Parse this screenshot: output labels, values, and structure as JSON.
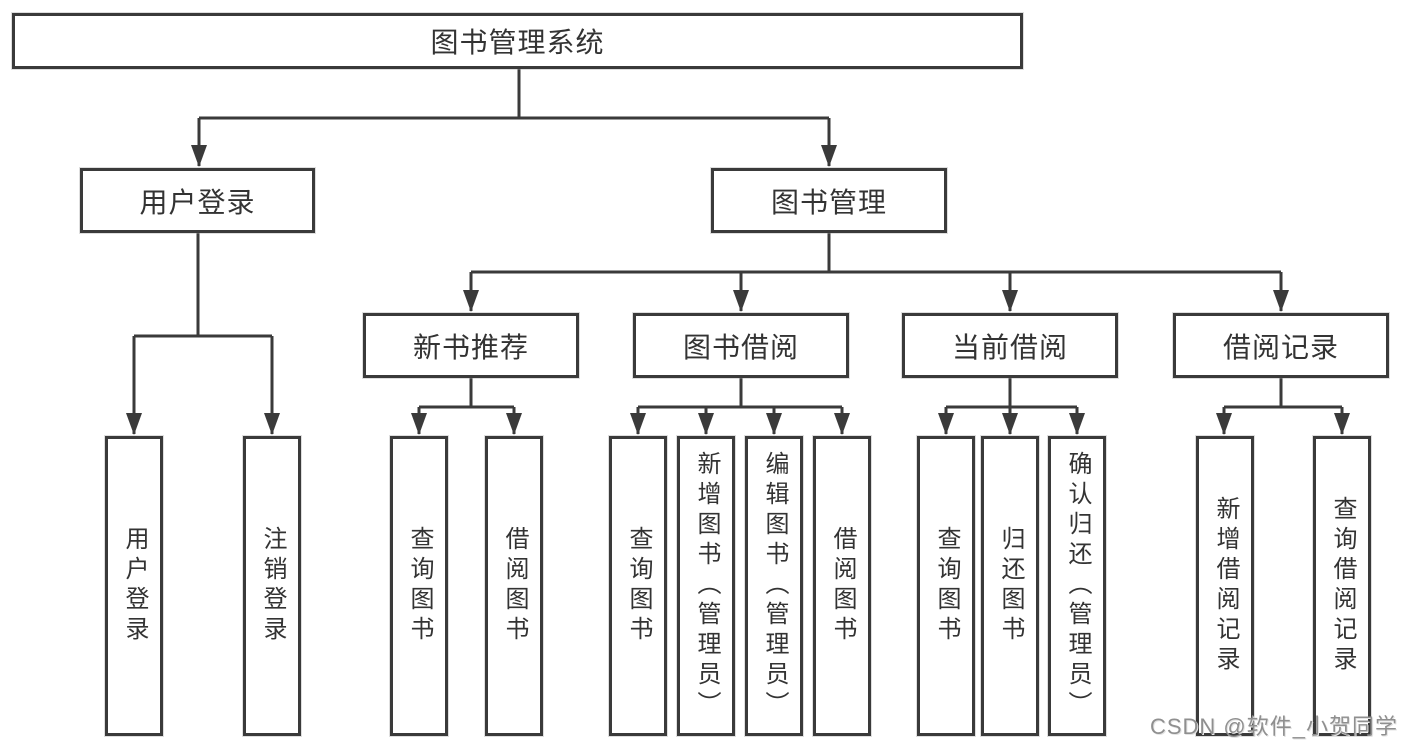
{
  "page": {
    "background": "#ffffff"
  },
  "diagram": {
    "title": "图书管理系统",
    "colors": {
      "line": "#3a3a3a",
      "box_border": "#3a3a3a",
      "box_fill": "#ffffff",
      "text": "#333333",
      "watermark": "#8f8f8f"
    },
    "nodes": {
      "root": {
        "label": "图书管理系统"
      },
      "user_login": {
        "label": "用户登录"
      },
      "book_mgmt": {
        "label": "图书管理"
      },
      "new_book_recommend": {
        "label": "新书推荐"
      },
      "book_borrow": {
        "label": "图书借阅"
      },
      "current_borrow": {
        "label": "当前借阅"
      },
      "borrow_record": {
        "label": "借阅记录"
      },
      "leaf_user_login": {
        "label": "用户登录"
      },
      "leaf_logout": {
        "label": "注销登录"
      },
      "leaf_recommend_query_book": {
        "label": "查询图书"
      },
      "leaf_recommend_borrow_book": {
        "label": "借阅图书"
      },
      "leaf_borrow_query_book": {
        "label": "查询图书"
      },
      "leaf_borrow_add_book": {
        "label": "新增图书（管理员）"
      },
      "leaf_borrow_edit_book": {
        "label": "编辑图书（管理员）"
      },
      "leaf_borrow_borrow_book": {
        "label": "借阅图书"
      },
      "leaf_current_query_book": {
        "label": "查询图书"
      },
      "leaf_current_return_book": {
        "label": "归还图书"
      },
      "leaf_current_confirm_return": {
        "label": "确认归还（管理员）"
      },
      "leaf_record_add": {
        "label": "新增借阅记录"
      },
      "leaf_record_query": {
        "label": "查询借阅记录"
      }
    }
  },
  "watermark": {
    "text": "CSDN @软件_小贺同学"
  }
}
